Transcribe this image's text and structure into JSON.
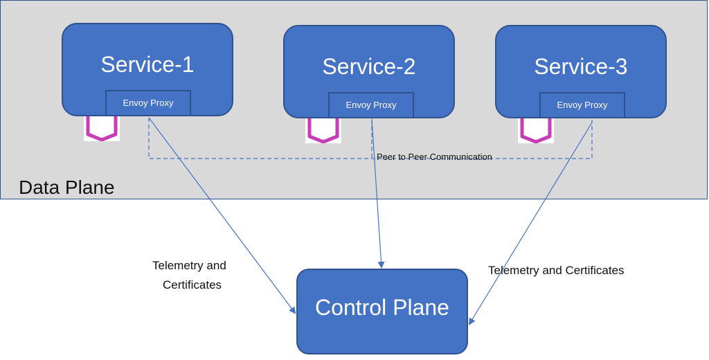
{
  "data_plane": {
    "label": "Data Plane"
  },
  "services": [
    {
      "title": "Service-1",
      "proxy": "Envoy Proxy"
    },
    {
      "title": "Service-2",
      "proxy": "Envoy Proxy"
    },
    {
      "title": "Service-3",
      "proxy": "Envoy Proxy"
    }
  ],
  "peer_label": "Peer to Peer Communication",
  "control_plane": {
    "label": "Control Plane"
  },
  "telemetry_left": {
    "line1": "Telemetry and",
    "line2": "Certificates"
  },
  "telemetry_right": "Telemetry and Certificates",
  "colors": {
    "service_fill": "#4472c4",
    "service_border": "#2f528f",
    "data_plane_bg": "#d9d9d9",
    "hex_logo": "#c83cb4",
    "arrow": "#4472c4"
  }
}
